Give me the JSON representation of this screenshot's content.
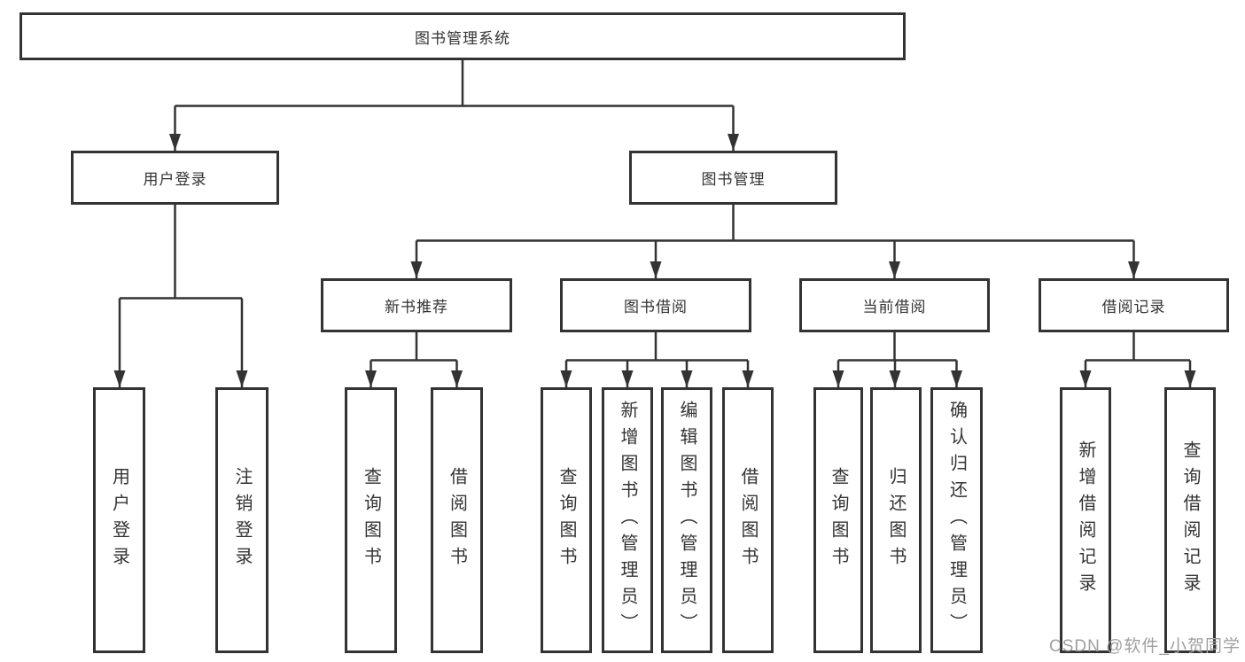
{
  "diagram_title": "图书管理系统",
  "nodes": {
    "root": {
      "label": "图书管理系统"
    },
    "user_login_group": {
      "label": "用户登录"
    },
    "book_mgmt": {
      "label": "图书管理"
    },
    "new_book_rec": {
      "label": "新书推荐"
    },
    "book_borrow": {
      "label": "图书借阅"
    },
    "current_borrow": {
      "label": "当前借阅"
    },
    "borrow_records": {
      "label": "借阅记录"
    },
    "leaf_user_login": {
      "label": "用户登录"
    },
    "leaf_logout": {
      "label": "注销登录"
    },
    "leaf_nbr_query": {
      "label": "查询图书"
    },
    "leaf_nbr_borrow": {
      "label": "借阅图书"
    },
    "leaf_bb_query": {
      "label": "查询图书"
    },
    "leaf_bb_add": {
      "label": "新增图书（管理员）"
    },
    "leaf_bb_edit": {
      "label": "编辑图书（管理员）"
    },
    "leaf_bb_borrow": {
      "label": "借阅图书"
    },
    "leaf_cb_query": {
      "label": "查询图书"
    },
    "leaf_cb_return": {
      "label": "归还图书"
    },
    "leaf_cb_confirm": {
      "label": "确认归还（管理员）"
    },
    "leaf_br_add": {
      "label": "新增借阅记录"
    },
    "leaf_br_query": {
      "label": "查询借阅记录"
    }
  },
  "structure": {
    "图书管理系统": {
      "用户登录": [
        "用户登录",
        "注销登录"
      ],
      "图书管理": {
        "新书推荐": [
          "查询图书",
          "借阅图书"
        ],
        "图书借阅": [
          "查询图书",
          "新增图书（管理员）",
          "编辑图书（管理员）",
          "借阅图书"
        ],
        "当前借阅": [
          "查询图书",
          "归还图书",
          "确认归还（管理员）"
        ],
        "借阅记录": [
          "新增借阅记录",
          "查询借阅记录"
        ]
      }
    }
  },
  "watermark": {
    "text": "CSDN @软件_小贺同学"
  },
  "colors": {
    "line": "#333333",
    "box_border": "#333333",
    "text": "#333333",
    "background": "#ffffff",
    "watermark": "#9f9fa3"
  }
}
